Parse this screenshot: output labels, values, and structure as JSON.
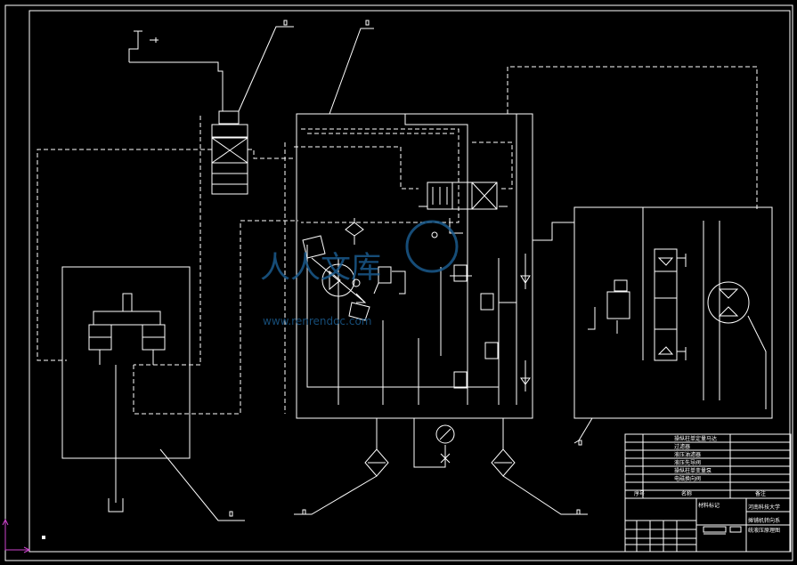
{
  "title_block": {
    "parts": [
      "操纵柱单定量马达",
      "过滤器",
      "液压油滤器",
      "液压先导阀",
      "操纵柱单变量泵",
      "电磁换向阀"
    ],
    "header_index": "序号",
    "header_name": "名称",
    "header_remark": "备注",
    "material_mark": "材料标记",
    "school": "河南科技大学",
    "drawing_title_1": "摊铺机转向系",
    "drawing_title_2": "统液压原理图"
  },
  "watermark": {
    "text": "人人文库",
    "url": "www.renrendoc.com"
  },
  "colors": {
    "background": "#000000",
    "line": "#ffffff",
    "watermark": "#1a5a8c",
    "ucs": "#cc44cc"
  }
}
